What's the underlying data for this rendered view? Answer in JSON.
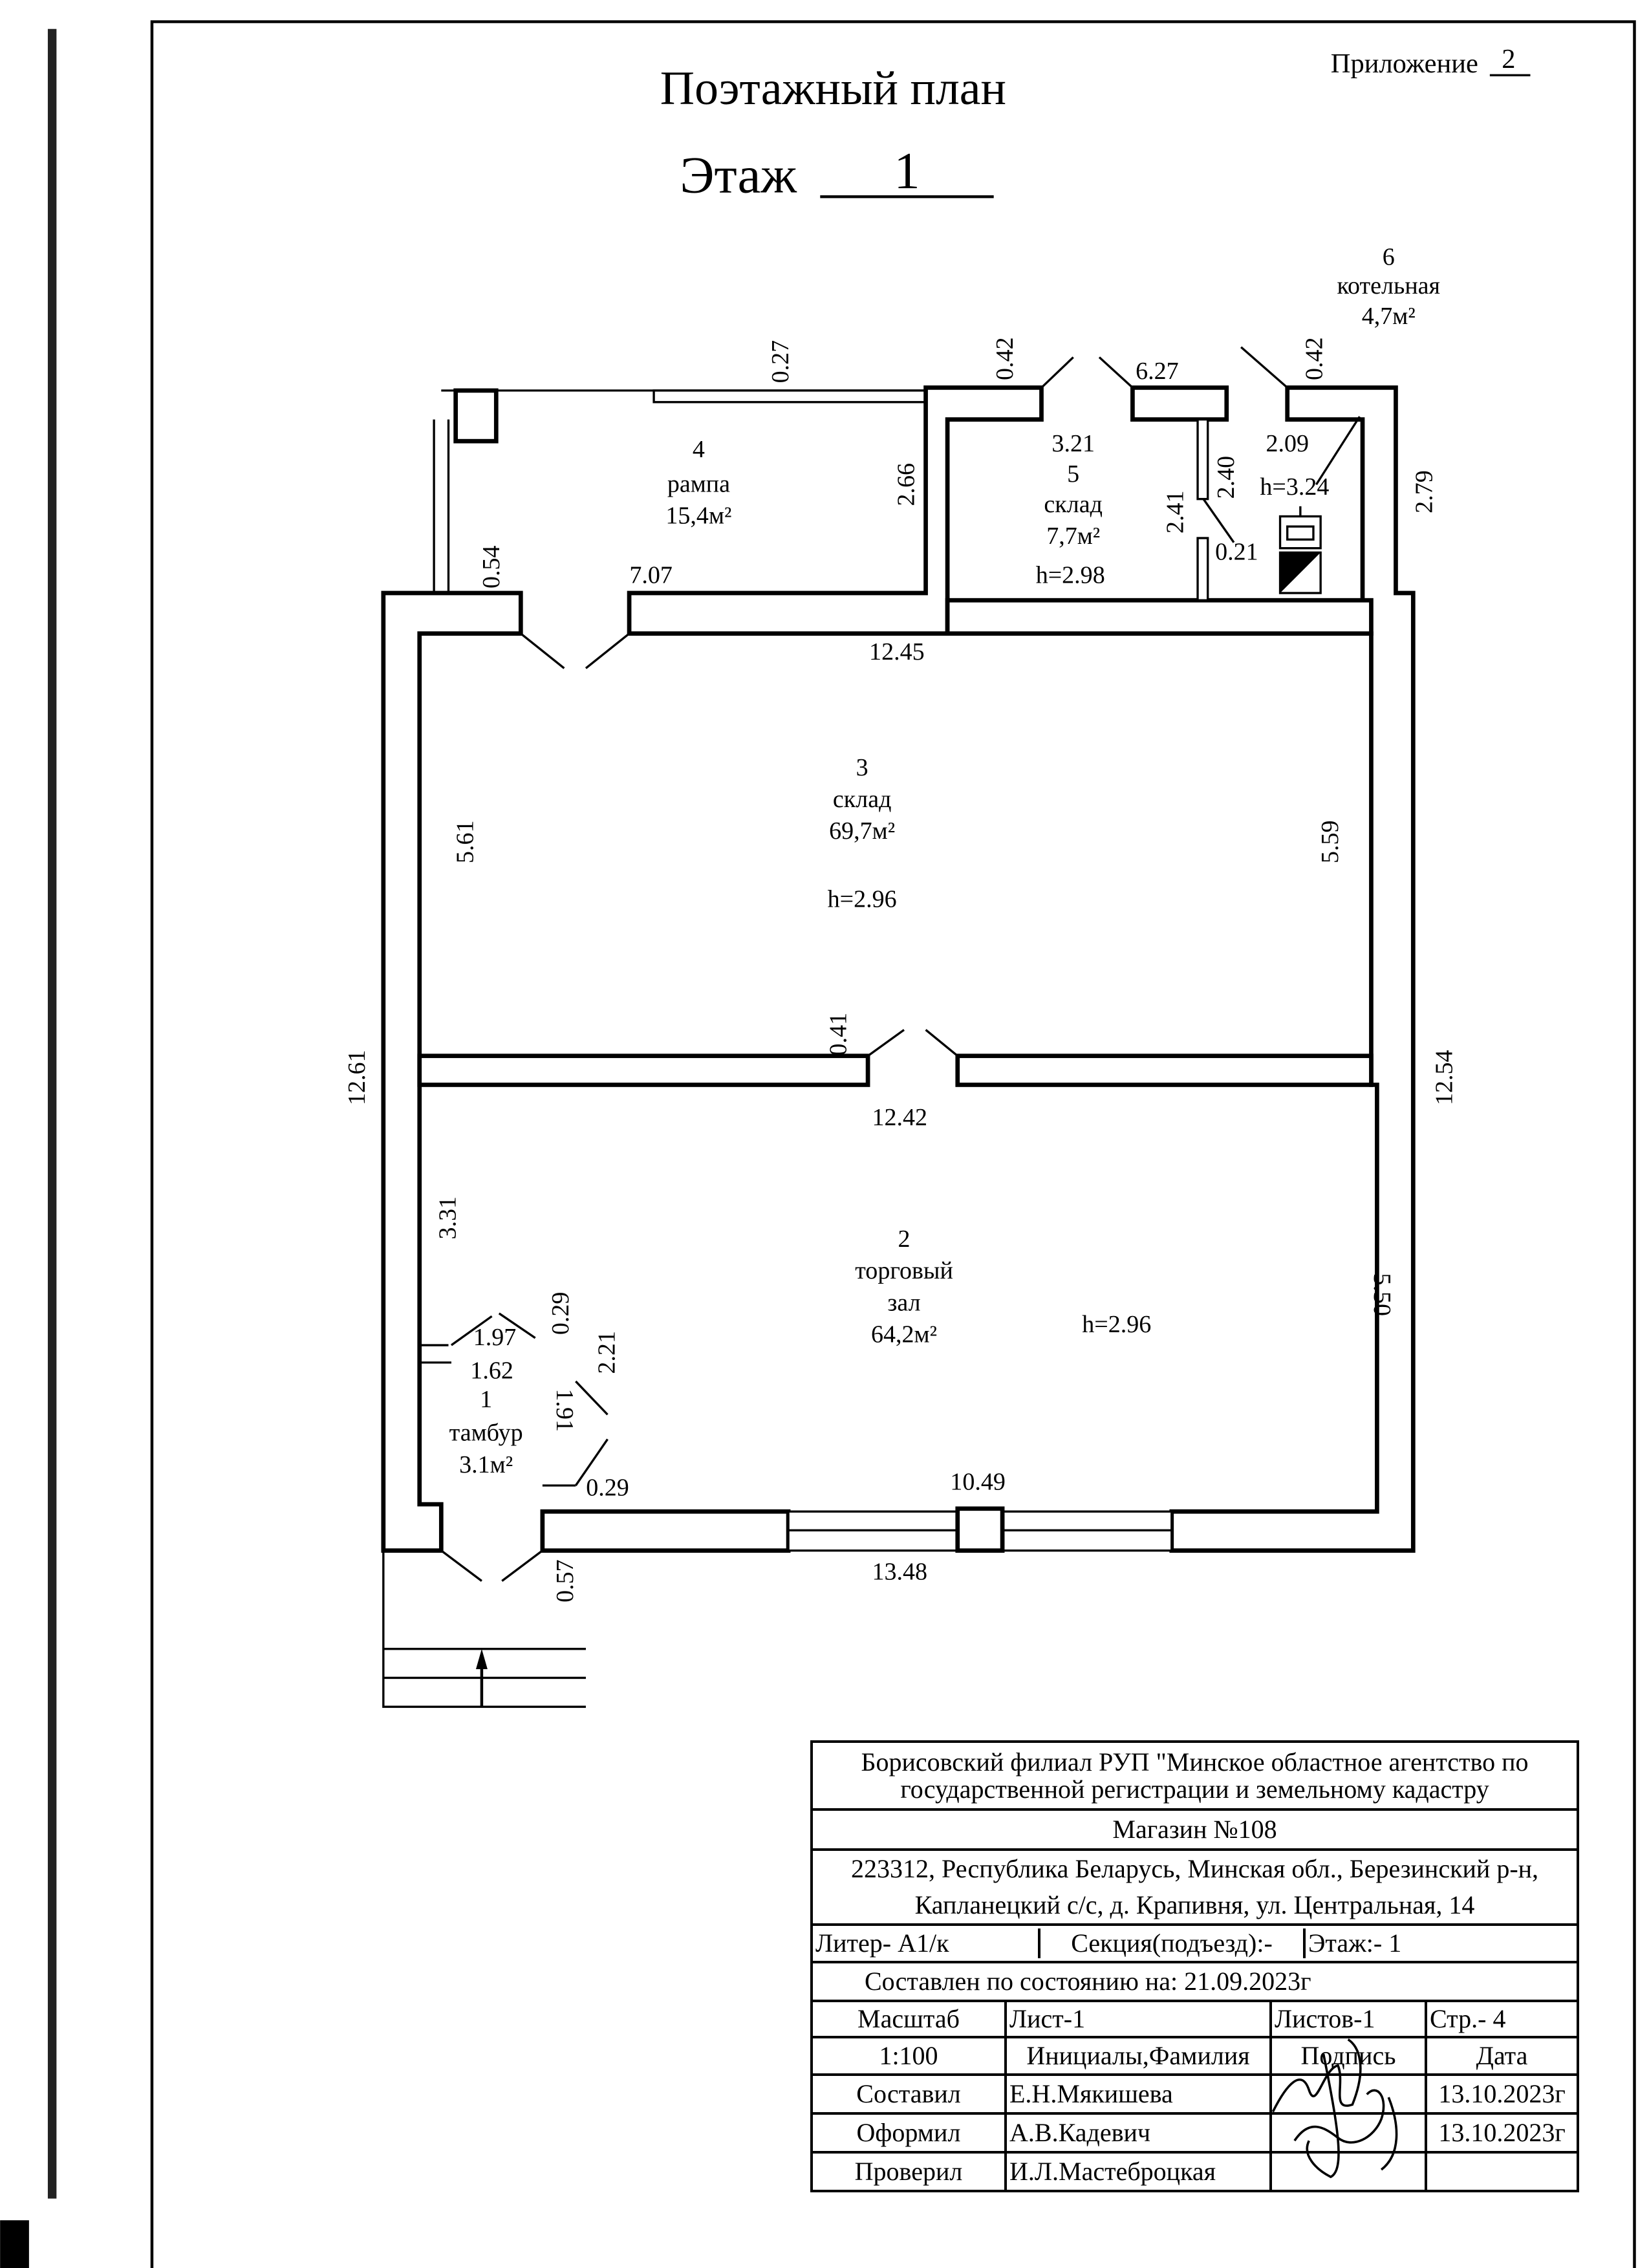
{
  "header": {
    "appendix_label": "Приложение",
    "appendix_number": "2",
    "title": "Поэтажный план",
    "floor_label": "Этаж",
    "floor_number": "1"
  },
  "rooms": [
    {
      "number": "1",
      "name": "тамбур",
      "area": "3.1м²"
    },
    {
      "number": "2",
      "name_line1": "торговый",
      "name_line2": "зал",
      "area": "64,2м²",
      "height": "h=2.96"
    },
    {
      "number": "3",
      "name": "склад",
      "area": "69,7м²",
      "height": "h=2.96"
    },
    {
      "number": "4",
      "name": "рампа",
      "area": "15,4м²"
    },
    {
      "number": "5",
      "name": "склад",
      "area": "7,7м²",
      "height": "h=2.98"
    },
    {
      "number": "6",
      "name": "котельная",
      "area": "4,7м²",
      "height": "h=3.24"
    }
  ],
  "dimensions": {
    "ramp_wall": "0.27",
    "top_left_wall": "0.42",
    "top_middle": "6.27",
    "top_right_wall": "0.42",
    "ramp_height": "2.66",
    "room5_width": "3.21",
    "partition_a": "2.40",
    "partition_b": "2.41",
    "room6_width": "2.09",
    "room6_depth": "2.79",
    "partition_thickness": "0.21",
    "ramp_wall_left": "0.54",
    "ramp_width": "7.07",
    "room3_width": "12.45",
    "room3_left": "5.61",
    "room3_right": "5.59",
    "inner_wall": "0.41",
    "overall_left": "12.61",
    "overall_right": "12.54",
    "room2_width": "12.42",
    "room2_left": "3.31",
    "room2_right": "5.50",
    "tambour_a": "1.97",
    "tambour_wall_top": "0.29",
    "tambour_b": "2.21",
    "tambour_c": "1.62",
    "tambour_d": "1.91",
    "tambour_wall_bottom": "0.29",
    "front_window": "10.49",
    "overall_bottom": "13.48",
    "entrance_wall": "0.57"
  },
  "title_block": {
    "organization": "Борисовский филиал РУП \"Минское областное агентство по государственной регистрации и земельному кадастру",
    "object": "Магазин №108",
    "address_line1": "223312, Республика Беларусь, Минская обл., Березинский р-н,",
    "address_line2": "Капланецкий с/с, д. Крапивня, ул. Центральная, 14",
    "liter": "Литер- А1/к",
    "section": "Секция(подъезд):-",
    "floor": "Этаж:- 1",
    "compiled_as_of": "Составлен по состоянию на:  21.09.2023г",
    "scale_label": "Масштаб",
    "sheet": "Лист-1",
    "sheets": "Листов-1",
    "page": "Стр.- 4",
    "scale_value": "1:100",
    "col_name": "Инициалы,Фамилия",
    "col_signature": "Подпись",
    "col_date": "Дата",
    "rows": [
      {
        "role": "Составил",
        "name": "Е.Н.Мякишева",
        "date": "13.10.2023г"
      },
      {
        "role": "Оформил",
        "name": "А.В.Кадевич",
        "date": "13.10.2023г"
      },
      {
        "role": "Проверил",
        "name": "И.Л.Мастеброцкая",
        "date": ""
      }
    ]
  }
}
